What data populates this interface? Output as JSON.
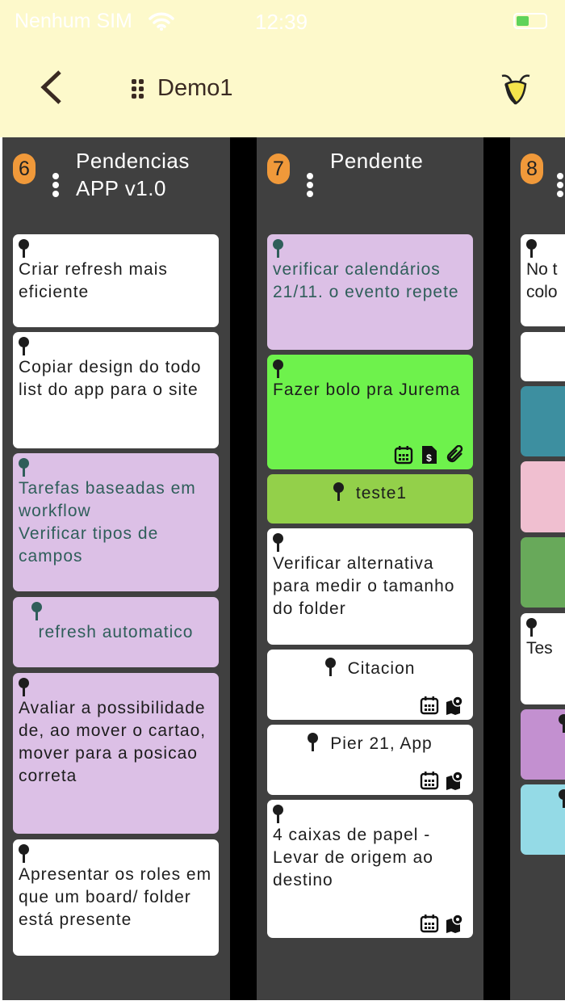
{
  "status": {
    "carrier": "Nenhum SIM",
    "time": "12:39"
  },
  "header": {
    "title": "Demo1",
    "back": "back",
    "logo": "bee-logo"
  },
  "colors": {
    "header_bg": "#fdf9cb",
    "column_bg": "#404040",
    "badge": "#f0993a"
  },
  "columns": [
    {
      "count": "6",
      "title": "Pendencias\nAPP v1.0",
      "cards": [
        {
          "text": "Criar refresh mais eficiente",
          "color": "#ffffff"
        },
        {
          "text": "Copiar design do todo list do app para o site",
          "color": "#ffffff"
        },
        {
          "text": "Tarefas baseadas em workflow\nVerificar tipos de campos",
          "color": "#dcc0e6",
          "fg": "#2f5e5a"
        },
        {
          "text": "refresh automatico",
          "color": "#dcc0e6",
          "fg": "#2f5e5a",
          "center": true
        },
        {
          "text": "Avaliar a possibilidade de, ao mover o cartao, mover para a posicao correta",
          "color": "#dcc0e6"
        },
        {
          "text": "Apresentar os roles em que um board/ folder está presente",
          "color": "#ffffff"
        }
      ]
    },
    {
      "count": "7",
      "title": "Pendente",
      "cards": [
        {
          "text": "verificar calendários 21/11. o evento repete",
          "color": "#dcc0e6",
          "fg": "#2f5e5a"
        },
        {
          "text": "Fazer bolo pra Jurema",
          "color": "#6ef24c",
          "icons": [
            "calendar-icon",
            "invoice-dollar-icon",
            "paperclip-icon"
          ]
        },
        {
          "text": "teste1",
          "color": "#93d04a",
          "inline": true
        },
        {
          "text": "Verificar alternativa para medir o tamanho do folder",
          "color": "#ffffff"
        },
        {
          "text": "Citacion",
          "color": "#ffffff",
          "inline": true,
          "icons": [
            "calendar-icon",
            "map-icon"
          ]
        },
        {
          "text": "Pier 21, App",
          "color": "#ffffff",
          "inline": true,
          "icons": [
            "calendar-icon",
            "map-icon"
          ]
        },
        {
          "text": "4 caixas de papel - Levar de origem ao destino",
          "color": "#ffffff",
          "icons": [
            "calendar-icon",
            "map-icon"
          ]
        }
      ]
    },
    {
      "count": "8",
      "title": "",
      "cards": [
        {
          "text": "No t\ncolo",
          "color": "#ffffff"
        },
        {
          "text": "",
          "color": "#ffffff",
          "nopin": true
        },
        {
          "text": "",
          "color": "#3d8fa0",
          "nopin": true
        },
        {
          "text": "",
          "color": "#f0bfd0",
          "nopin": true
        },
        {
          "text": "",
          "color": "#68a95a",
          "nopin": true
        },
        {
          "text": "Tes",
          "color": "#ffffff"
        },
        {
          "text": "",
          "color": "#c390d0",
          "center": true
        },
        {
          "text": "",
          "color": "#94dae6",
          "center": true
        }
      ]
    }
  ]
}
